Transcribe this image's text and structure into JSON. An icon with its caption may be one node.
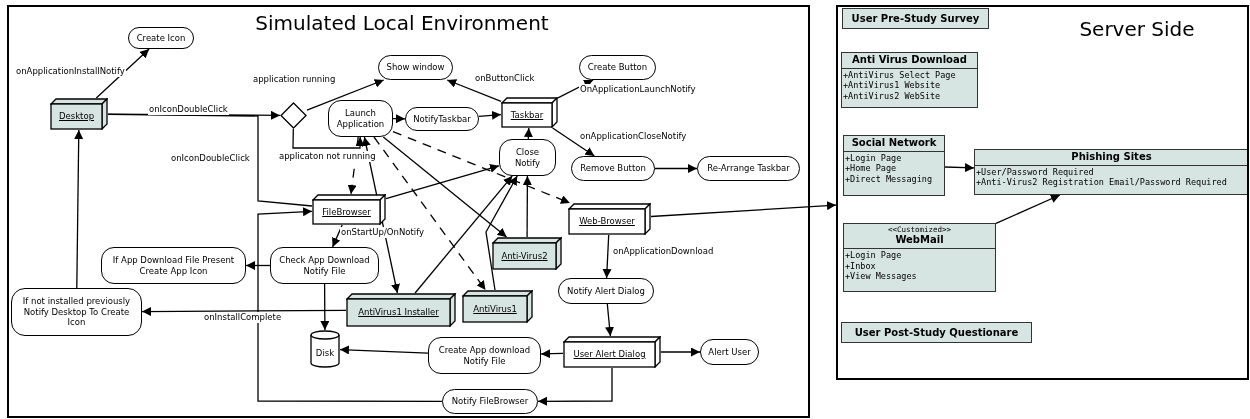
{
  "diagram": {
    "nodes": [
      {
        "text": [
          "Simulated Local Environment"
        ]
      },
      {
        "text": [
          "Server Side"
        ]
      },
      {
        "text": [
          "Create Icon"
        ],
        "in": 0
      },
      {
        "text": [
          "Desktop"
        ],
        "in": 0
      },
      {
        "text": [],
        "shape": "diamond",
        "in": 0
      },
      {
        "text": [
          "Show window"
        ],
        "in": 0
      },
      {
        "text": [
          "Launch Application"
        ],
        "in": 0
      },
      {
        "text": [
          "NotifyTaskbar"
        ],
        "in": 0
      },
      {
        "text": [
          "Taskbar"
        ],
        "in": 0
      },
      {
        "text": [
          "Create Button"
        ],
        "in": 0
      },
      {
        "text": [
          "Close Notify"
        ],
        "in": 0
      },
      {
        "text": [
          "Remove Button"
        ],
        "in": 0
      },
      {
        "text": [
          "Re-Arrange Taskbar"
        ],
        "in": 0
      },
      {
        "text": [
          "FileBrowser"
        ],
        "in": 0
      },
      {
        "text": [
          "Web-Browser"
        ],
        "in": 0
      },
      {
        "text": [
          "Anti-Virus2"
        ],
        "in": 0
      },
      {
        "text": [
          "Check App Download Notify File"
        ],
        "in": 0
      },
      {
        "text": [
          "If App Download File Present Create App Icon"
        ],
        "in": 0
      },
      {
        "text": [
          "If not installed previously Notify Desktop To Create Icon"
        ],
        "in": 0
      },
      {
        "text": [
          "AntiVirus1 Installer"
        ],
        "in": 0
      },
      {
        "text": [
          "AntiVirus1"
        ],
        "in": 0
      },
      {
        "text": [
          "Notify Alert Dialog"
        ],
        "in": 0
      },
      {
        "text": [
          "Disk"
        ],
        "in": 0
      },
      {
        "text": [
          "Create App download Notify File"
        ],
        "in": 0
      },
      {
        "text": [
          "User Alert Dialog"
        ],
        "in": 0
      },
      {
        "text": [
          "Alert User"
        ],
        "in": 0
      },
      {
        "text": [
          "Notify FileBrowser"
        ],
        "in": 0
      },
      {
        "text": [
          "User Pre-Study Survey"
        ],
        "in": 1
      },
      {
        "text": [
          "Anti Virus Download",
          "+AntiVirus Select Page",
          "+AntiVirus1 Website",
          "+AntiVirus2 WebSite"
        ],
        "in": 1
      },
      {
        "text": [
          "Social Network",
          "+Login Page",
          "+Home Page",
          "+Direct Messaging"
        ],
        "in": 1
      },
      {
        "text": [
          "Phishing Sites",
          "+User/Password Required",
          "+Anti-Virus2 Registration Email/Password Required"
        ],
        "in": 1
      },
      {
        "text": [
          "<<Customized>>",
          "WebMail",
          "+Login Page",
          "+Inbox",
          "+View Messages"
        ],
        "in": 1
      },
      {
        "text": [
          "User Post-Study Questionare"
        ],
        "in": 1
      }
    ],
    "edges": [
      {
        "from": 3,
        "to": 2,
        "arrow": "to",
        "label": "onApplicationInstallNotify"
      },
      {
        "from": 3,
        "to": 4,
        "arrow": "to",
        "label": "onIconDoubleClick"
      },
      {
        "from": 4,
        "to": 5,
        "arrow": "to",
        "label": "application running"
      },
      {
        "from": 4,
        "to": 6,
        "arrow": "to",
        "label": "applicaton not running"
      },
      {
        "from": 3,
        "to": 13,
        "arrow": "none",
        "label": "onIconDoubleClick"
      },
      {
        "from": 6,
        "to": 7,
        "arrow": "to"
      },
      {
        "from": 7,
        "to": 8,
        "arrow": "to"
      },
      {
        "from": 8,
        "to": 5,
        "arrow": "to",
        "label": "onButtonClick"
      },
      {
        "from": 8,
        "to": 9,
        "arrow": "to",
        "label": "OnApplicationLaunchNotify"
      },
      {
        "from": 8,
        "to": 11,
        "arrow": "to",
        "label": "onApplicationCloseNotify"
      },
      {
        "from": 10,
        "to": 8,
        "arrow": "to"
      },
      {
        "from": 11,
        "to": 12,
        "arrow": "to"
      },
      {
        "from": 13,
        "to": 10,
        "arrow": "to"
      },
      {
        "from": 19,
        "to": 10,
        "arrow": "to"
      },
      {
        "from": 20,
        "to": 10,
        "arrow": "to"
      },
      {
        "from": 15,
        "to": 10,
        "arrow": "to"
      },
      {
        "from": 6,
        "to": 19,
        "arrow": "both"
      },
      {
        "from": 6,
        "to": 15,
        "arrow": "to"
      },
      {
        "from": 6,
        "to": 13,
        "arrow": "to",
        "style": "dashed"
      },
      {
        "from": 6,
        "to": 20,
        "arrow": "to",
        "style": "dashed"
      },
      {
        "from": 6,
        "to": 14,
        "arrow": "to",
        "style": "dashed"
      },
      {
        "from": 13,
        "to": 16,
        "arrow": "to",
        "label": "onStartUp/OnNotify"
      },
      {
        "from": 16,
        "to": 17,
        "arrow": "to"
      },
      {
        "from": 16,
        "to": 22,
        "arrow": "to"
      },
      {
        "from": 19,
        "to": 18,
        "arrow": "to",
        "label": "onInstallComplete"
      },
      {
        "from": 18,
        "to": 3,
        "arrow": "to"
      },
      {
        "from": 26,
        "to": 13,
        "arrow": "to"
      },
      {
        "from": 24,
        "to": 26,
        "arrow": "to"
      },
      {
        "from": 24,
        "to": 23,
        "arrow": "to"
      },
      {
        "from": 23,
        "to": 22,
        "arrow": "to"
      },
      {
        "from": 24,
        "to": 25,
        "arrow": "to"
      },
      {
        "from": 14,
        "to": 21,
        "arrow": "to",
        "label": "onApplicationDownload"
      },
      {
        "from": 21,
        "to": 24,
        "arrow": "to"
      },
      {
        "from": 14,
        "to": 1,
        "arrow": "to"
      },
      {
        "from": 29,
        "to": 30,
        "arrow": "to"
      },
      {
        "from": 31,
        "to": 30,
        "arrow": "to"
      }
    ]
  }
}
